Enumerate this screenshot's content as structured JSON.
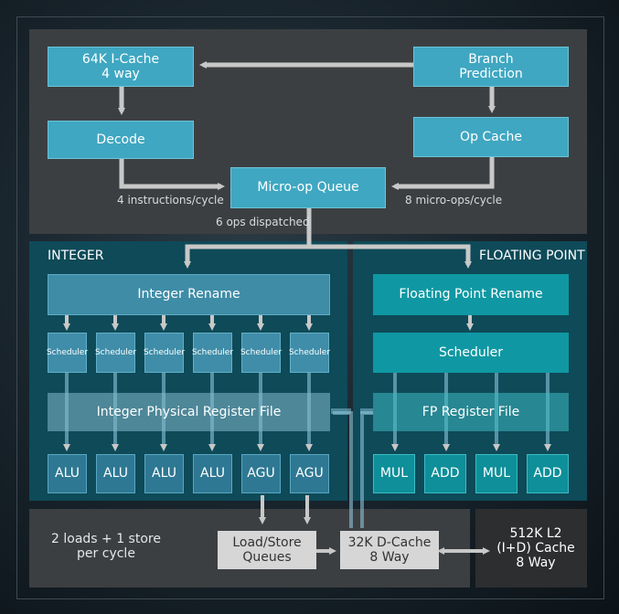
{
  "front_end": {
    "icache": {
      "line1": "64K I-Cache",
      "line2": "4 way"
    },
    "branch": {
      "line1": "Branch",
      "line2": "Prediction"
    },
    "decode": "Decode",
    "opcache": "Op Cache",
    "microop_queue": "Micro-op Queue",
    "label_decode_rate": "4 instructions/cycle",
    "label_opcache_rate": "8 micro-ops/cycle",
    "label_dispatch": "6 ops dispatched"
  },
  "integer": {
    "title": "INTEGER",
    "rename": "Integer Rename",
    "schedulers": [
      "Scheduler",
      "Scheduler",
      "Scheduler",
      "Scheduler",
      "Scheduler",
      "Scheduler"
    ],
    "register_file": "Integer Physical Register File",
    "units": [
      "ALU",
      "ALU",
      "ALU",
      "ALU",
      "AGU",
      "AGU"
    ]
  },
  "floating_point": {
    "title": "FLOATING POINT",
    "rename": "Floating Point Rename",
    "scheduler": "Scheduler",
    "register_file": "FP Register File",
    "units": [
      "MUL",
      "ADD",
      "MUL",
      "ADD"
    ]
  },
  "memory": {
    "loads_label": {
      "line1": "2 loads + 1 store",
      "line2": "per cycle"
    },
    "lsq": {
      "line1": "Load/Store",
      "line2": "Queues"
    },
    "dcache": {
      "line1": "32K D-Cache",
      "line2": "8 Way"
    },
    "l2": {
      "line1": "512K L2",
      "line2": "(I+D) Cache",
      "line3": "8 Way"
    }
  },
  "colors": {
    "front_bg": "#3c3f42",
    "int_bg": "#0e4a58",
    "accent": "#3fa7c1",
    "arrow": "#c8c8c8"
  }
}
